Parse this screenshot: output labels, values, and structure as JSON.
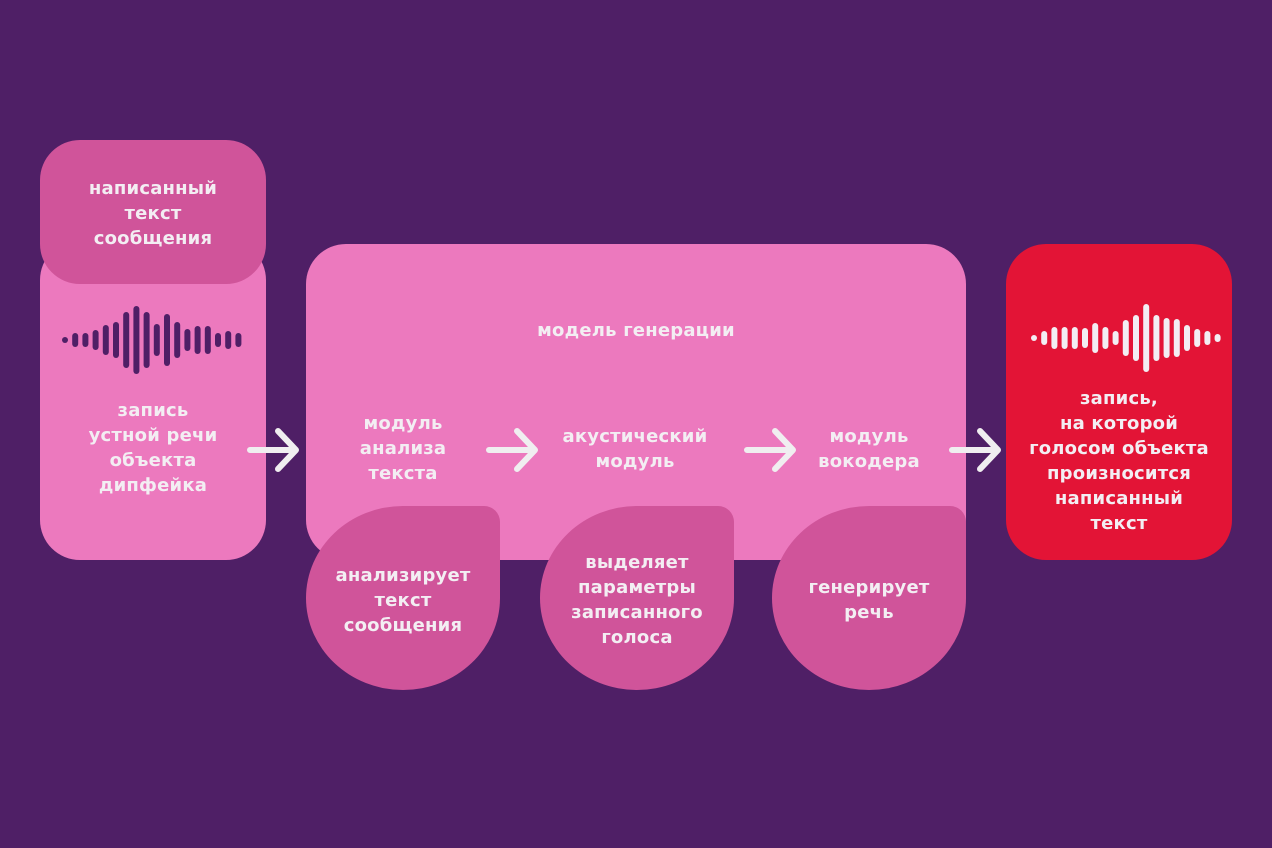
{
  "colors": {
    "background": "#4f1f66",
    "pink": "#ec79be",
    "dark_pink": "#d0549a",
    "red": "#e31436",
    "text": "#f3eef3",
    "wave_dark": "#4f1f66",
    "wave_light": "#f3eef3",
    "arrow": "#f0eef0"
  },
  "input": {
    "written_text": "написанный\nтекст\nсообщения",
    "recording": "запись\nустной речи\nобъекта\nдипфейка",
    "waveform_icon": "sound-wave-icon"
  },
  "model": {
    "title": "модель генерации",
    "modules": [
      {
        "name": "модуль\nанализа\nтекста",
        "description": "анализирует\nтекст\nсообщения"
      },
      {
        "name": "акустический\nмодуль",
        "description": "выделяет\nпараметры\nзаписанного\nголоса"
      },
      {
        "name": "модуль\nвокодера",
        "description": "генерирует\nречь"
      }
    ]
  },
  "output": {
    "label": "запись,\nна которой\nголосом объекта\nпроизносится\nнаписанный\nтекст",
    "waveform_icon": "sound-wave-icon"
  },
  "arrows": [
    "arrow-right-icon",
    "arrow-right-icon",
    "arrow-right-icon",
    "arrow-right-icon"
  ]
}
